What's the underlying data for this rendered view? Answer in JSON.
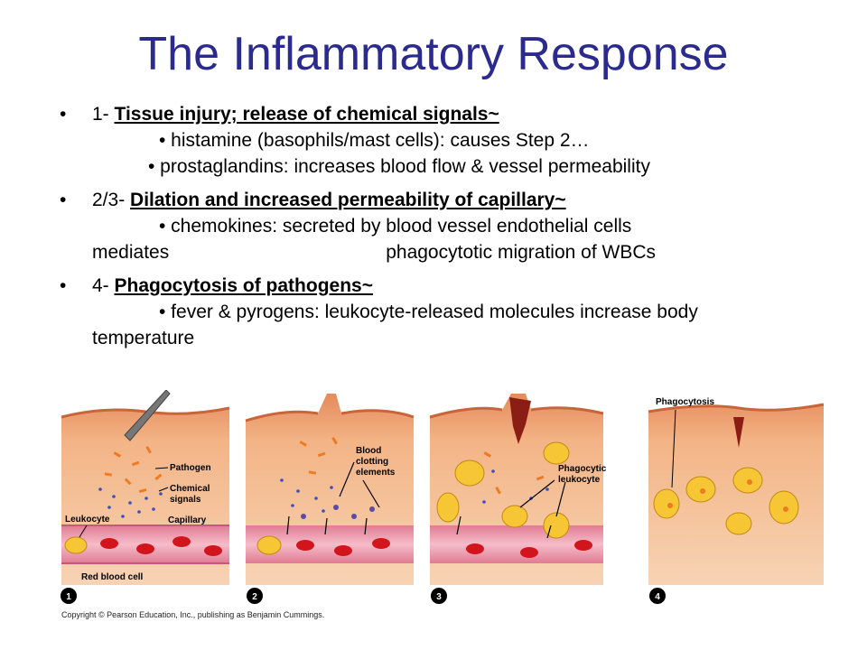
{
  "title": "The Inflammatory Response",
  "bullets": [
    {
      "prefix": "1- ",
      "heading": "Tissue injury; release of chemical signals~",
      "lines": [
        "• histamine (basophils/mast cells):  causes Step 2…",
        "• prostaglandins: increases blood flow & vessel permeability"
      ]
    },
    {
      "prefix": "2/3- ",
      "heading": "Dilation and increased permeability of capillary~",
      "line1": "• chemokines: secreted by blood vessel endothelial cells",
      "line2a": "mediates",
      "line2b": "phagocytotic migration of WBCs"
    },
    {
      "prefix": "4- ",
      "heading": "Phagocytosis of pathogens~",
      "line1": "• fever & pyrogens:  leukocyte-released molecules increase body",
      "line2": "temperature"
    }
  ],
  "figure": {
    "labels": {
      "pathogen": "Pathogen",
      "chemical_signals_1": "Chemical",
      "chemical_signals_2": "signals",
      "leukocyte": "Leukocyte",
      "capillary": "Capillary",
      "red_blood_cell": "Red blood cell",
      "blood_clotting_1": "Blood",
      "blood_clotting_2": "clotting",
      "blood_clotting_3": "elements",
      "phagocytic_1": "Phagocytic",
      "phagocytic_2": "leukocyte",
      "phagocytosis": "Phagocytosis"
    },
    "step_numbers": [
      "1",
      "2",
      "3",
      "4"
    ],
    "copyright": "Copyright © Pearson Education, Inc., publishing as Benjamin Cummings."
  },
  "colors": {
    "title": "#2a2a8f",
    "skin": "#f4c7a0",
    "epidermis": "#e89a6f",
    "capillary": "#f2a7b6",
    "red_cell": "#d2151c",
    "leukocyte": "#f6c634",
    "pathogen": "#f07a22",
    "chemical": "#3b4fb8"
  }
}
